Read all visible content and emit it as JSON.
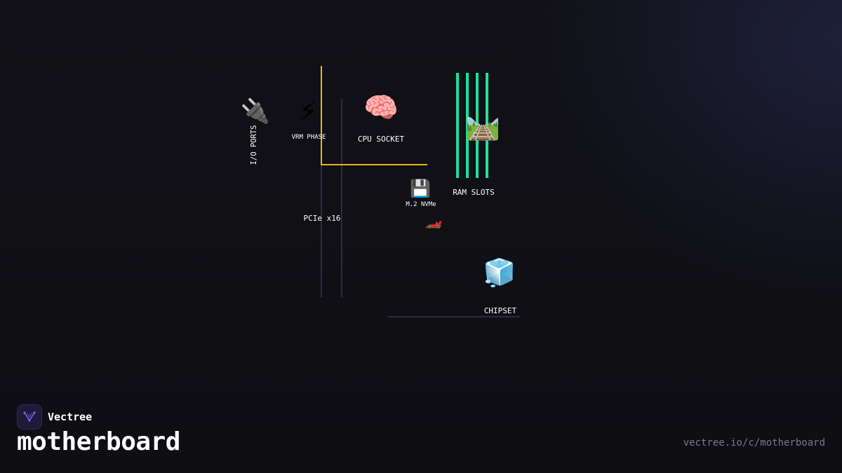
{
  "brand": {
    "name": "Vectree",
    "logo_icon": "vectree-logo-icon",
    "accent": "#8b5cf6"
  },
  "page": {
    "title": "motherboard",
    "url": "vectree.io/c/motherboard"
  },
  "diagram": {
    "colors": {
      "cpu_trace": "#e6b422",
      "ram_slot": "#19e39a",
      "pcie_trace": "#34345a",
      "chipset_trace": "#34345a"
    },
    "nodes": {
      "io_ports": {
        "label": "I/O PORTS",
        "icon": "plug-icon",
        "glyph": "🔌"
      },
      "vrm": {
        "label": "VRM PHASE",
        "icon": "lightning-icon",
        "glyph": "⚡"
      },
      "cpu": {
        "label": "CPU SOCKET",
        "icon": "brain-icon",
        "glyph": "🧠"
      },
      "ram": {
        "label": "RAM SLOTS",
        "icon": "rail-track-icon",
        "glyph": "🛤️"
      },
      "nvme": {
        "label": "M.2 NVMe",
        "icon": "floppy-disk-icon",
        "glyph": "💾"
      },
      "pcie": {
        "label": "PCIe x16",
        "icon": "race-car-icon",
        "glyph": "🏎️"
      },
      "chipset": {
        "label": "CHIPSET",
        "icon": "ice-cube-icon",
        "glyph": "🧊"
      }
    }
  }
}
